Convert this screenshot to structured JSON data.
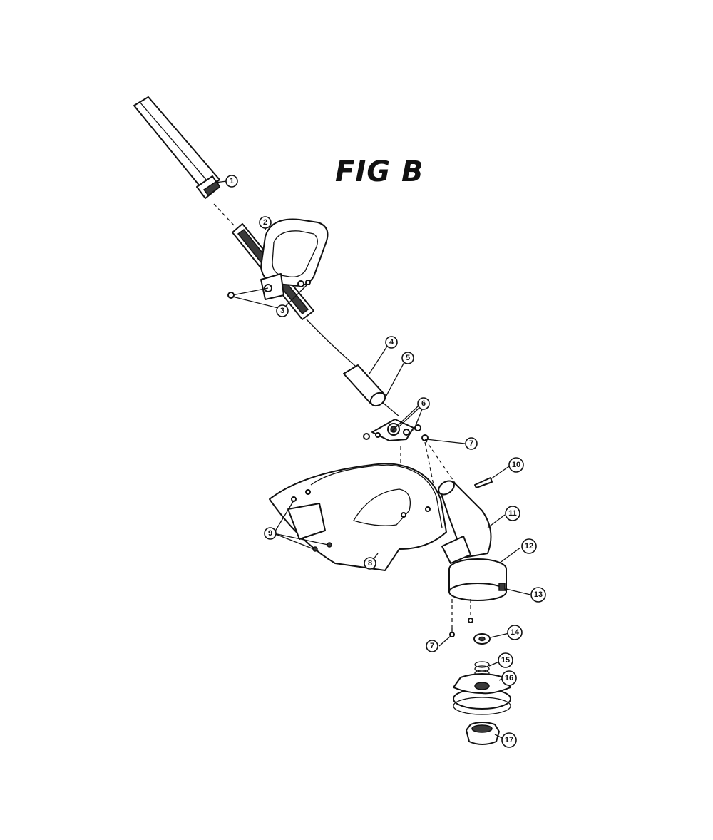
{
  "figure": {
    "title": "FIG B"
  },
  "callouts": {
    "c1": "1",
    "c2": "2",
    "c3": "3",
    "c4": "4",
    "c5": "5",
    "c6": "6",
    "c7a": "7",
    "c7b": "7",
    "c8": "8",
    "c9": "9",
    "c10": "10",
    "c11": "11",
    "c12": "12",
    "c13": "13",
    "c14": "14",
    "c15": "15",
    "c16": "16",
    "c17": "17"
  }
}
